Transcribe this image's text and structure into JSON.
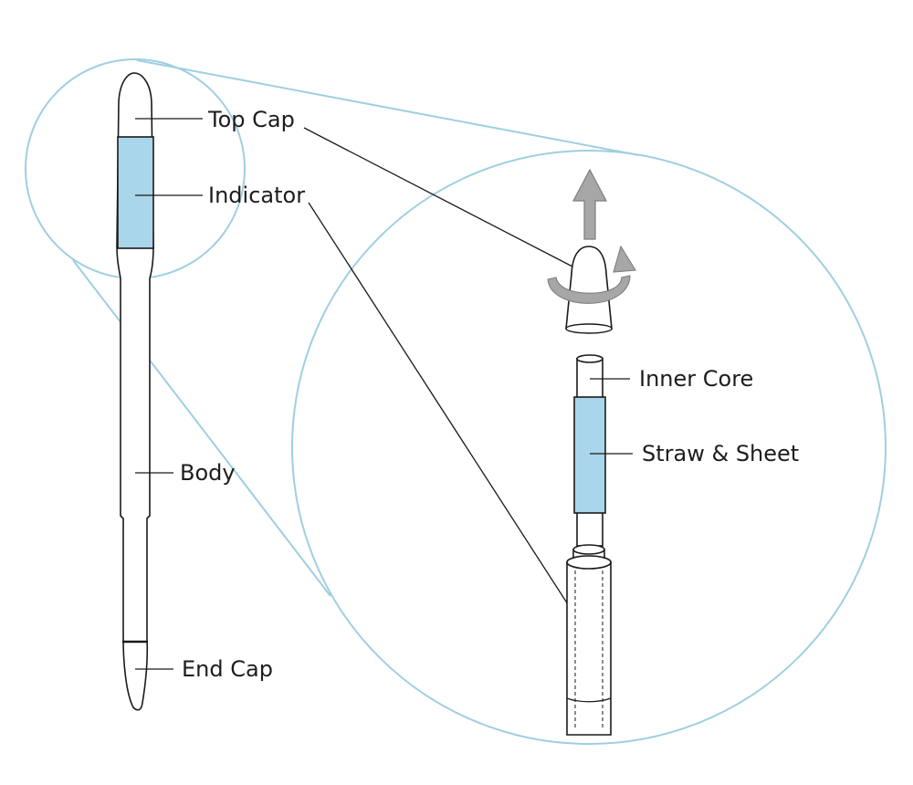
{
  "labels": {
    "top_cap": "Top Cap",
    "indicator": "Indicator",
    "body": "Body",
    "end_cap": "End Cap",
    "inner_core": "Inner Core",
    "straw_sheet": "Straw & Sheet"
  },
  "colors": {
    "outline": "#1a1a1a",
    "magnifier": "#9fcfe0",
    "indicator_fill": "#a9d6ea"
  },
  "icons": {
    "up_arrow": "up-arrow-icon",
    "rotate_arrow": "rotate-arrow-icon"
  }
}
